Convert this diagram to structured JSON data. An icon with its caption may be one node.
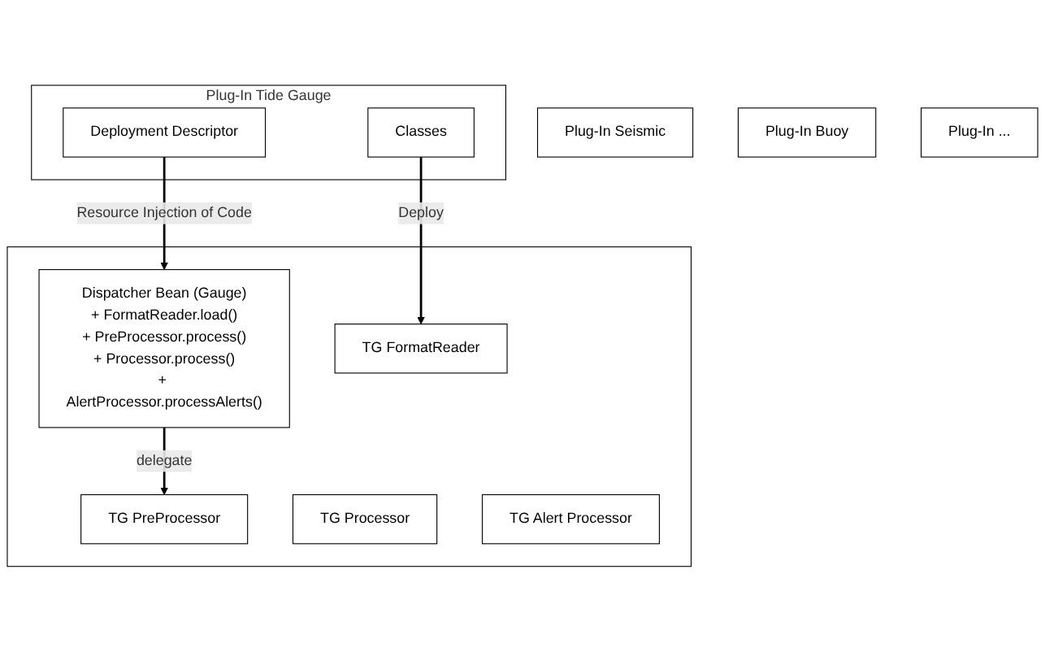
{
  "diagram": {
    "nodes": [
      {
        "text": [
          "Plug-In Tide Gauge"
        ]
      },
      {
        "text": [
          "Deployment Descriptor"
        ],
        "in": 0
      },
      {
        "text": [
          "Classes"
        ],
        "in": 0
      },
      {
        "text": [
          "Plug-In Seismic"
        ]
      },
      {
        "text": [
          "Plug-In Buoy"
        ]
      },
      {
        "text": [
          "Plug-In ..."
        ]
      },
      {
        "text": [],
        "shape": "box"
      },
      {
        "text": [
          "Dispatcher Bean (Gauge)",
          "+ FormatReader.load()",
          "+ PreProcessor.process()",
          "+ Processor.process()",
          "+ AlertProcessor.processAlerts()"
        ],
        "in": 6
      },
      {
        "text": [
          "TG FormatReader"
        ],
        "in": 6
      },
      {
        "text": [
          "TG PreProcessor"
        ],
        "in": 6
      },
      {
        "text": [
          "TG Processor"
        ],
        "in": 6
      },
      {
        "text": [
          "TG Alert Processor"
        ],
        "in": 6
      }
    ],
    "edges": [
      {
        "from": 1,
        "to": 7,
        "arrow": "to",
        "label": "Resource Injection of Code"
      },
      {
        "from": 2,
        "to": 8,
        "arrow": "to",
        "label": "Deploy"
      },
      {
        "from": 7,
        "to": 9,
        "arrow": "to",
        "label": "delegate"
      }
    ]
  }
}
